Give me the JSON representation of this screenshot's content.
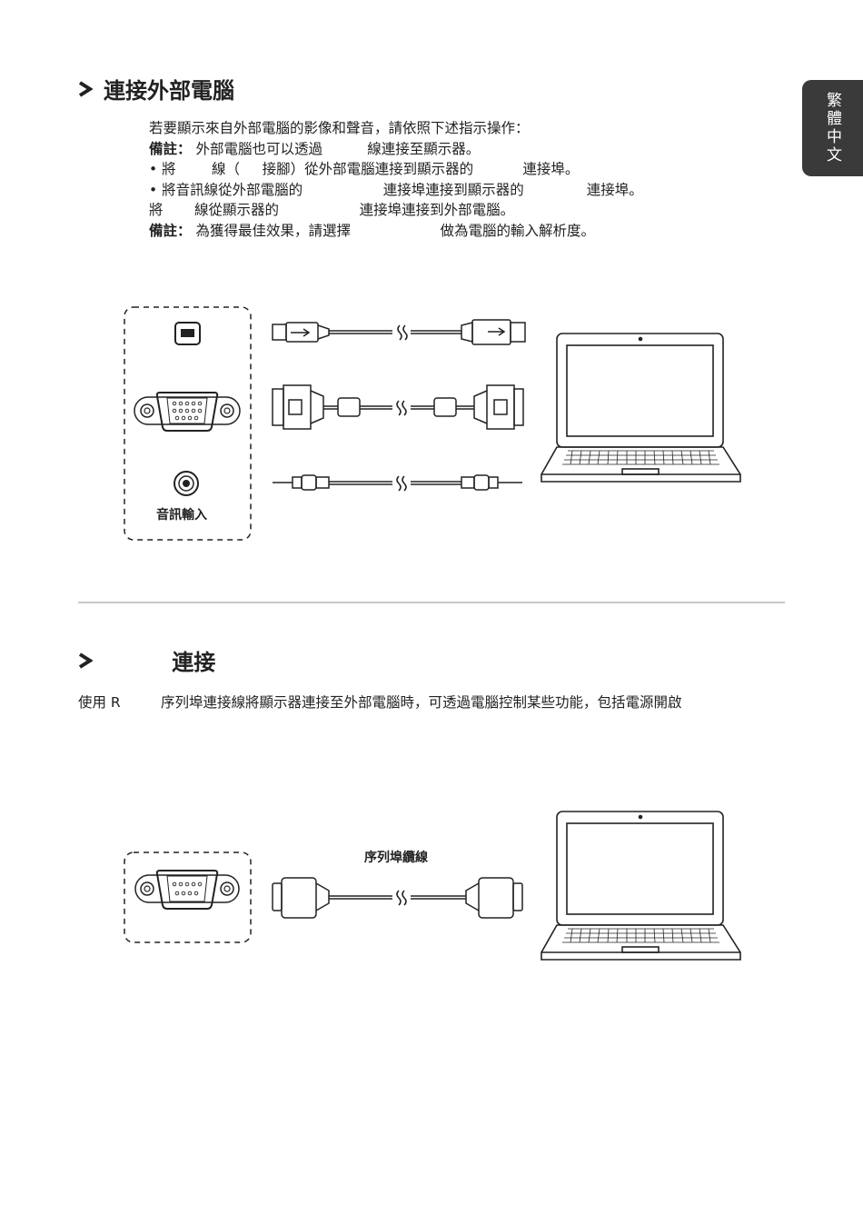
{
  "side_tab": {
    "label": "繁體中文"
  },
  "section1": {
    "title": "連接外部電腦",
    "lines": [
      {
        "prefix": "",
        "text": "若要顯示來自外部電腦的影像和聲音，請依照下述指示操作："
      },
      {
        "prefix": "備註：",
        "text": " 外部電腦也可以透過          線連接至顯示器。"
      },
      {
        "prefix": "",
        "text": "• 將        線（     接腳）從外部電腦連接到顯示器的           連接埠。"
      },
      {
        "prefix": "",
        "text": "• 將音訊線從外部電腦的                  連接埠連接到顯示器的              連接埠。"
      },
      {
        "prefix": "",
        "text": "將       線從顯示器的                  連接埠連接到外部電腦。"
      },
      {
        "prefix": "備註：",
        "text": " 為獲得最佳效果，請選擇                    做為電腦的輸入解析度。"
      }
    ],
    "audio_input_label": "音訊輸入"
  },
  "section2": {
    "title": "         連接",
    "body": "使用 R         序列埠連接線將顯示器連接至外部電腦時，可透過電腦控制某些功能，包括電源開啟",
    "cable_label": "序列埠纜線"
  }
}
